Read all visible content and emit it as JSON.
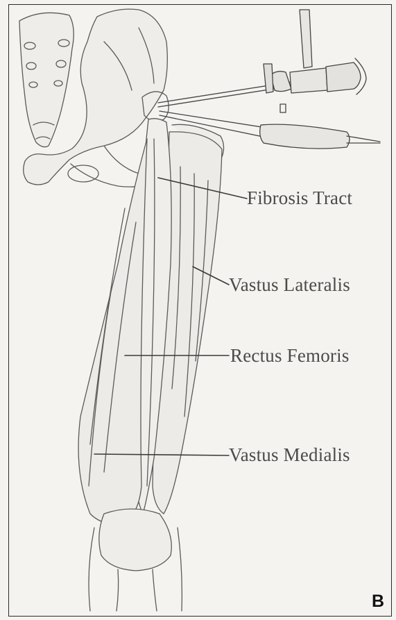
{
  "labels": {
    "fibrosis_tract": "Fibrosis Tract",
    "vastus_lateralis": "Vastus Lateralis",
    "rectus_femoris": "Rectus Femoris",
    "vastus_medialis": "Vastus Medialis"
  },
  "panel_letter": "B",
  "colors": {
    "background": "#f4f3f0",
    "pencil_line": "#4a4a4a",
    "label_text": "#4a4a4a",
    "frame": "#2a2a2a"
  }
}
